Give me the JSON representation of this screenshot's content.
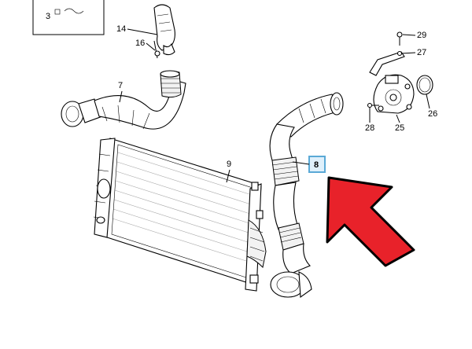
{
  "diagram": {
    "callouts": {
      "c3": "3",
      "c7": "7",
      "c8": "8",
      "c9": "9",
      "c14": "14",
      "c16": "16",
      "c25": "25",
      "c26": "26",
      "c27": "27",
      "c28": "28",
      "c29": "29"
    },
    "highlighted_part": "8",
    "colors": {
      "highlight_box": "#5aa9d6",
      "highlight_fill": "#dff0fb",
      "arrow_fill": "#e8222a",
      "arrow_stroke": "#000000",
      "line": "#000000"
    }
  }
}
